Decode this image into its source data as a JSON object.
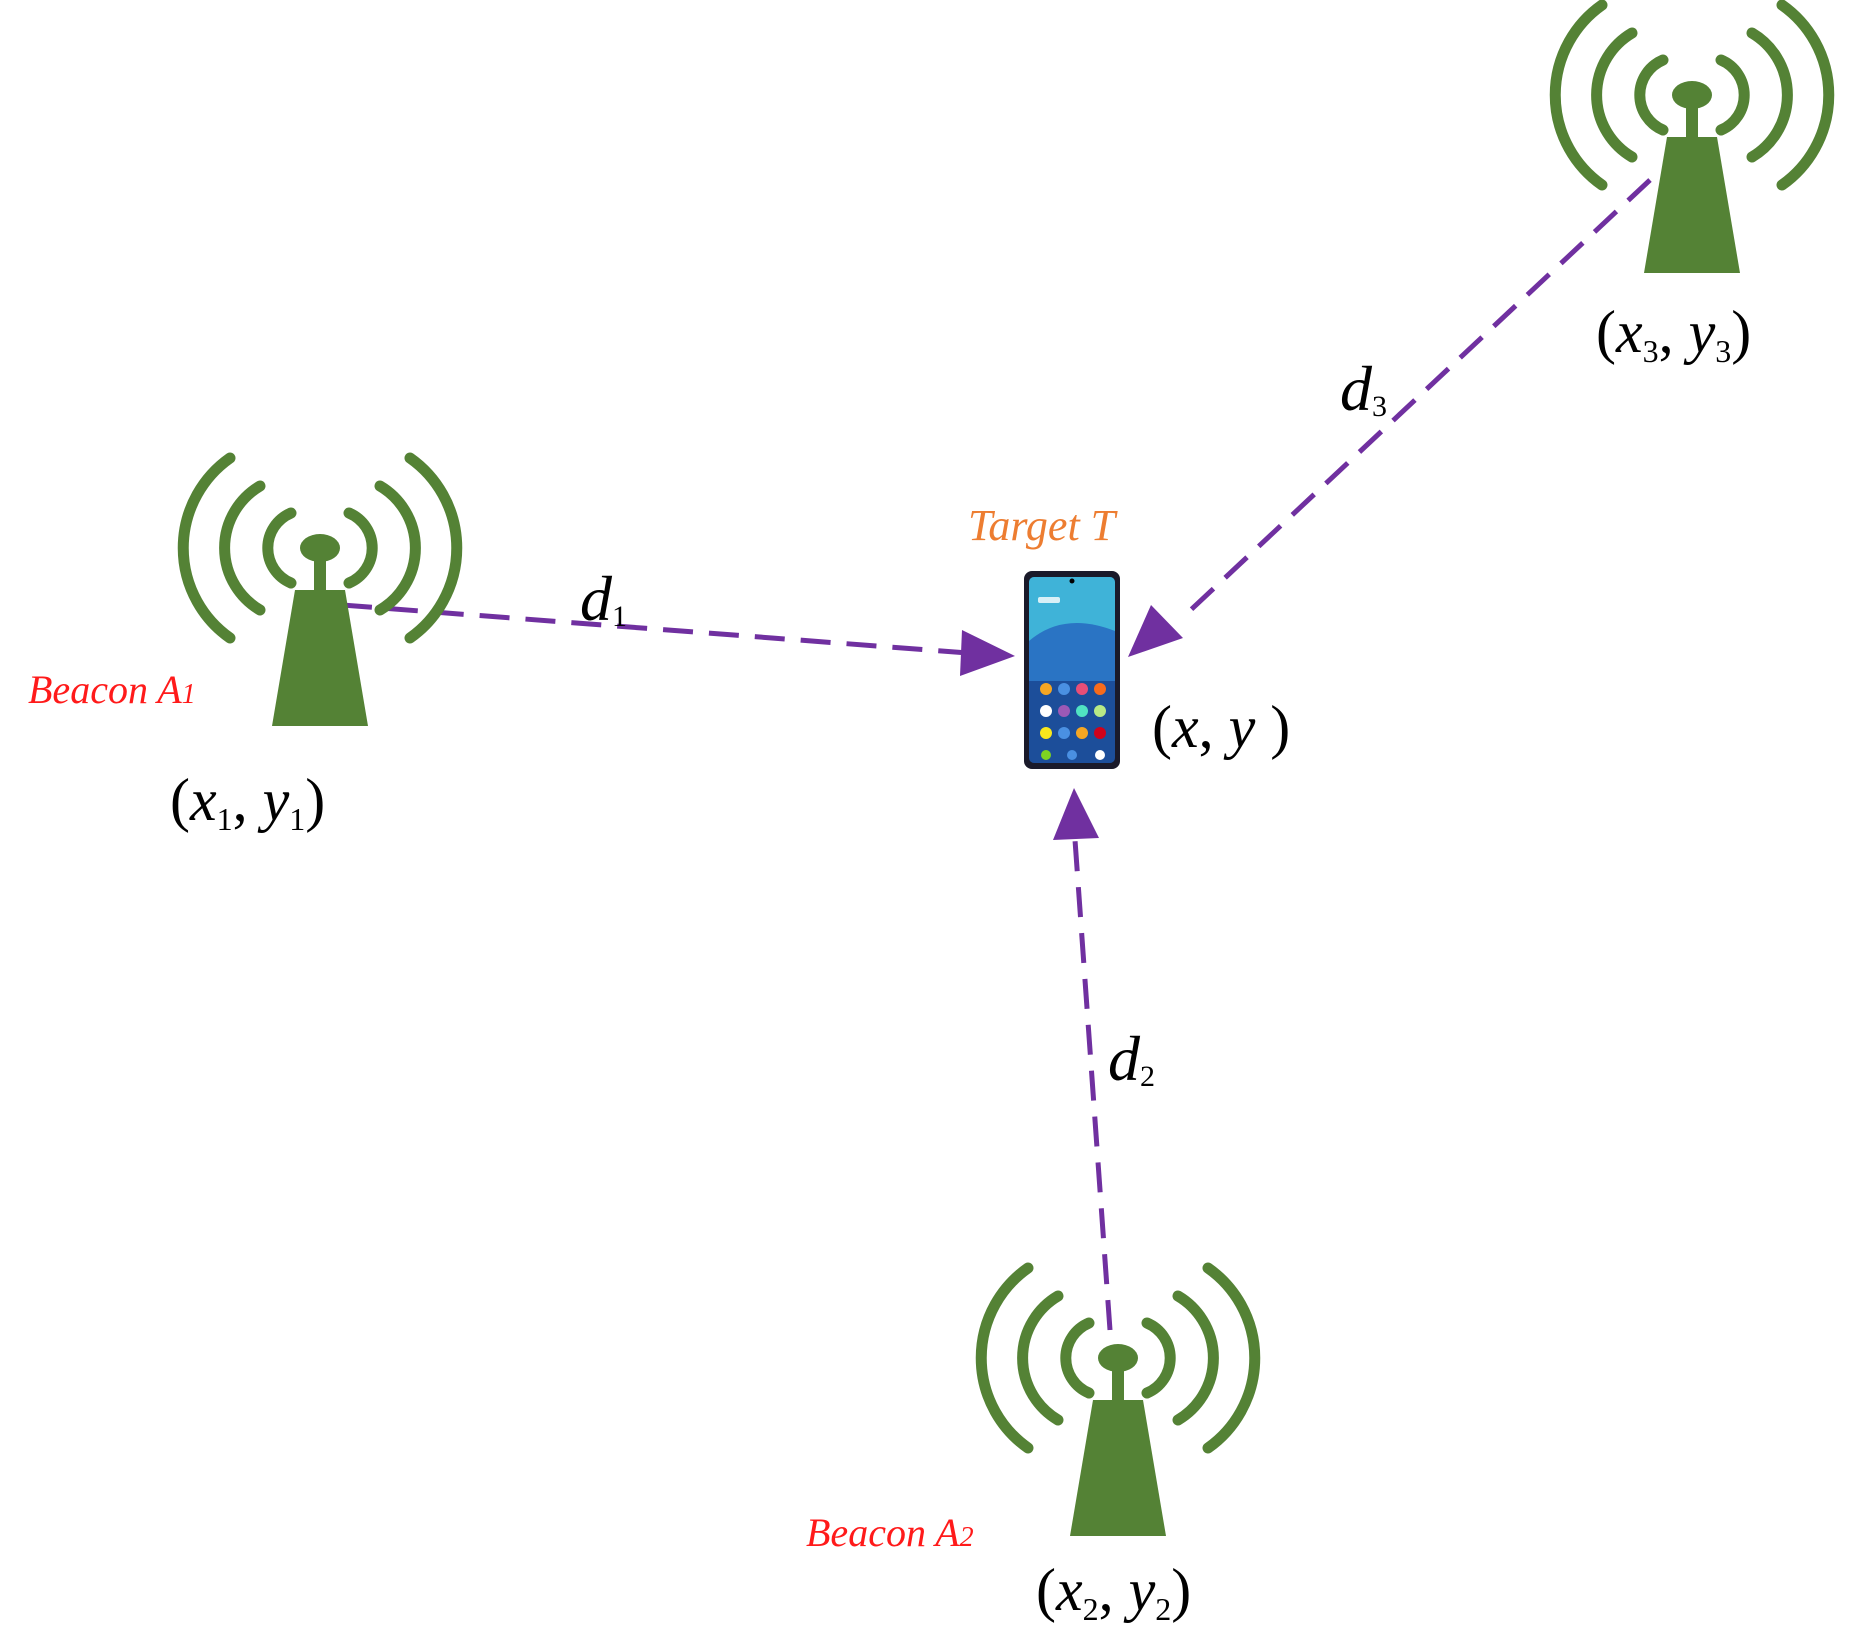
{
  "colors": {
    "tower": "#548235",
    "link": "#7030a0",
    "beacon_label": "#ff1a1a",
    "target_label": "#ed7d31",
    "text": "#000000"
  },
  "icons": {
    "beacon": "antenna-tower-icon",
    "target": "smartphone-icon"
  },
  "beacons": [
    {
      "name": "Beacon A",
      "index": "1",
      "x_var": "x",
      "x_sub": "1",
      "y_var": "y",
      "y_sub": "1",
      "sep": ","
    },
    {
      "name": "Beacon A",
      "index": "2",
      "x_var": "x",
      "x_sub": "2",
      "y_var": "y",
      "y_sub": "2",
      "sep": ","
    },
    {
      "name": "",
      "index": "",
      "x_var": "x",
      "x_sub": "3",
      "y_var": "y",
      "y_sub": "3",
      "sep": ","
    }
  ],
  "target": {
    "label": "Target T",
    "x_var": "x",
    "y_var": "y",
    "sep": ","
  },
  "paren": {
    "open": "(",
    "close": ")"
  },
  "distances": [
    {
      "var": "d",
      "sub": "1"
    },
    {
      "var": "d",
      "sub": "2"
    },
    {
      "var": "d",
      "sub": "3"
    }
  ]
}
